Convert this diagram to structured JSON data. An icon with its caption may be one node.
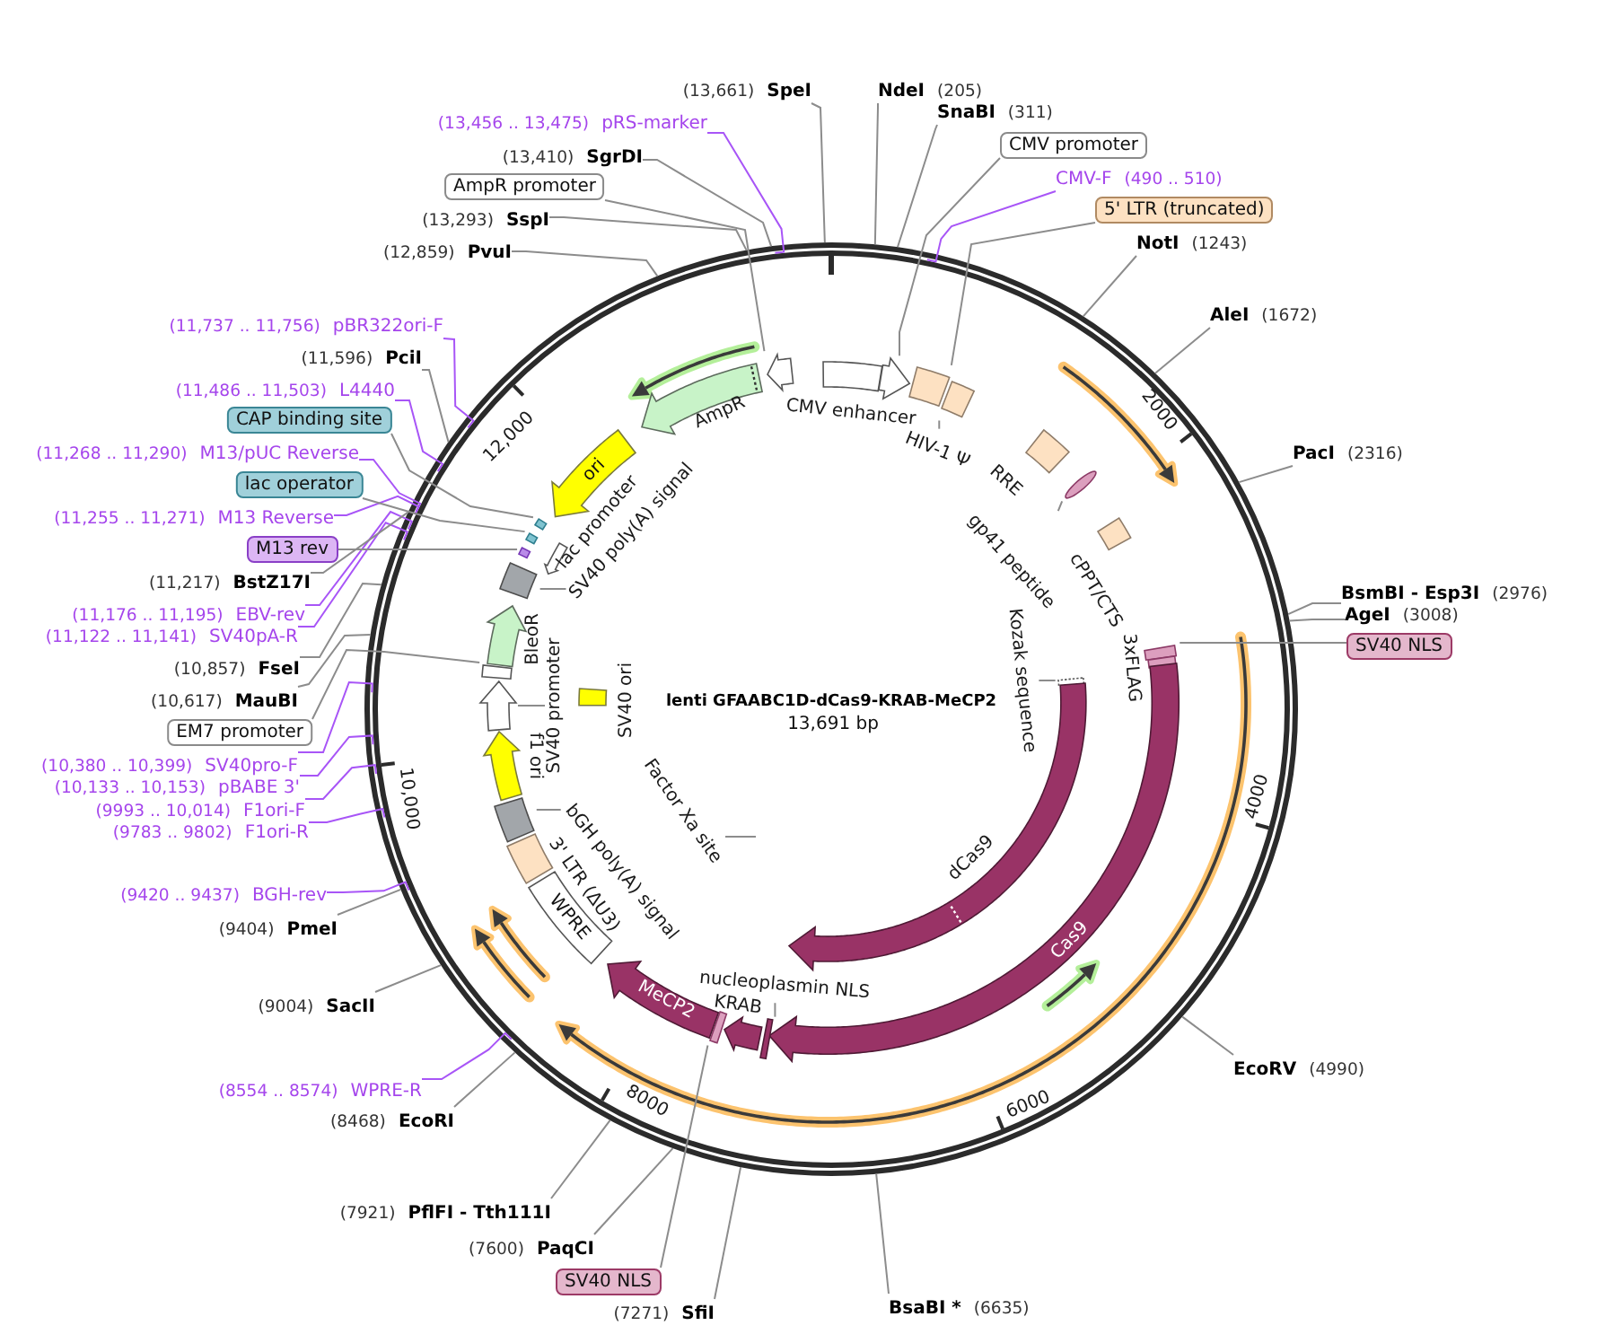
{
  "diagram": {
    "title": "lenti GFAABC1D-dCas9-KRAB-MeCP2",
    "nodes": [
      {
        "text": [
          "(13,661)",
          "SpeI"
        ]
      },
      {
        "text": [
          "NdeI",
          "(205)"
        ]
      },
      {
        "text": [
          "SnaBI",
          "(311)"
        ]
      },
      {
        "text": [
          "CMV promoter"
        ]
      },
      {
        "text": [
          "CMV-F",
          "(490 .. 510)"
        ]
      },
      {
        "text": [
          "5' LTR (truncated)"
        ]
      },
      {
        "text": [
          "NotI",
          "(1243)"
        ]
      },
      {
        "text": [
          "AleI",
          "(1672)"
        ]
      },
      {
        "text": [
          "PacI",
          "(2316)"
        ]
      },
      {
        "text": [
          "BsmBI - Esp3I",
          "(2976)"
        ]
      },
      {
        "text": [
          "AgeI",
          "(3008)"
        ]
      },
      {
        "text": [
          "SV40 NLS"
        ]
      },
      {
        "text": [
          "EcoRV",
          "(4990)"
        ]
      },
      {
        "text": [
          "BsaBI *",
          "(6635)"
        ]
      },
      {
        "text": [
          "(7271)",
          "SfiI"
        ]
      },
      {
        "text": [
          "SV40 NLS"
        ]
      },
      {
        "text": [
          "(7600)",
          "PaqCI"
        ]
      },
      {
        "text": [
          "(7921)",
          "PflFI - Tth111I"
        ]
      },
      {
        "text": [
          "(8468)",
          "EcoRI"
        ]
      },
      {
        "text": [
          "(8554 .. 8574)",
          "WPRE-R"
        ]
      },
      {
        "text": [
          "(9004)",
          "SacII"
        ]
      },
      {
        "text": [
          "(9404)",
          "PmeI"
        ]
      },
      {
        "text": [
          "(9420 .. 9437)",
          "BGH-rev"
        ]
      },
      {
        "text": [
          "(9783 .. 9802)",
          "F1ori-R"
        ]
      },
      {
        "text": [
          "(9993 .. 10,014)",
          "F1ori-F"
        ]
      },
      {
        "text": [
          "(10,133 .. 10,153)",
          "pBABE 3'"
        ]
      },
      {
        "text": [
          "(10,380 .. 10,399)",
          "SV40pro-F"
        ]
      },
      {
        "text": [
          "EM7 promoter"
        ]
      },
      {
        "text": [
          "(10,617)",
          "MauBI"
        ]
      },
      {
        "text": [
          "(10,857)",
          "FseI"
        ]
      },
      {
        "text": [
          "(11,122 .. 11,141)",
          "SV40pA-R"
        ]
      },
      {
        "text": [
          "(11,176 .. 11,195)",
          "EBV-rev"
        ]
      },
      {
        "text": [
          "(11,217)",
          "BstZ17I"
        ]
      },
      {
        "text": [
          "M13 rev"
        ]
      },
      {
        "text": [
          "(11,255 .. 11,271)",
          "M13 Reverse"
        ]
      },
      {
        "text": [
          "lac operator"
        ]
      },
      {
        "text": [
          "(11,268 .. 11,290)",
          "M13/pUC Reverse"
        ]
      },
      {
        "text": [
          "CAP binding site"
        ]
      },
      {
        "text": [
          "(11,486 .. 11,503)",
          "L4440"
        ]
      },
      {
        "text": [
          "(11,596)",
          "PciI"
        ]
      },
      {
        "text": [
          "(11,737 .. 11,756)",
          "pBR322ori-F"
        ]
      },
      {
        "text": [
          "(12,859)",
          "PvuI"
        ]
      },
      {
        "text": [
          "(13,293)",
          "SspI"
        ]
      },
      {
        "text": [
          "AmpR promoter"
        ]
      },
      {
        "text": [
          "(13,410)",
          "SgrDI"
        ]
      },
      {
        "text": [
          "(13,456 .. 13,475)",
          "pRS-marker"
        ]
      },
      {
        "text": [],
        "shape": "box",
        "beside": [
          "CMV enhancer"
        ]
      },
      {
        "text": [],
        "shape": "arrow"
      },
      {
        "text": [],
        "shape": "box"
      },
      {
        "text": [],
        "shape": "box"
      },
      {
        "text": [
          "HIV-1 Ψ"
        ]
      },
      {
        "text": [],
        "shape": "box",
        "beside": [
          "RRE"
        ]
      },
      {
        "text": [],
        "shape": "ellipse"
      },
      {
        "text": [
          "gp41 peptide"
        ]
      },
      {
        "text": [],
        "shape": "box",
        "beside": [
          "cPPT/CTS"
        ]
      },
      {
        "text": [],
        "shape": "box"
      },
      {
        "text": [],
        "shape": "box",
        "beside": [
          "3xFLAG"
        ]
      },
      {
        "text": [
          "Cas9"
        ]
      },
      {
        "text": [],
        "shape": "box"
      },
      {
        "text": [
          "Kozak sequence"
        ]
      },
      {
        "text": [],
        "shape": "arrow",
        "beside": [
          "dCas9"
        ]
      },
      {
        "text": [],
        "shape": "bar"
      },
      {
        "text": [
          "nucleoplasmin NLS"
        ]
      },
      {
        "text": [],
        "shape": "arrow",
        "beside": [
          "KRAB"
        ]
      },
      {
        "text": [],
        "shape": "bar"
      },
      {
        "text": [
          "MeCP2"
        ]
      },
      {
        "text": [
          "WPRE"
        ]
      },
      {
        "text": [],
        "shape": "box",
        "beside": [
          "3' LTR (ΔU3)"
        ]
      },
      {
        "text": [],
        "shape": "box"
      },
      {
        "text": [
          "bGH poly(A) signal"
        ]
      },
      {
        "text": [
          "Factor Xa site"
        ]
      },
      {
        "text": [],
        "shape": "arrow",
        "beside": [
          "f1 ori"
        ]
      },
      {
        "text": [],
        "shape": "box",
        "beside": [
          "SV40 ori"
        ]
      },
      {
        "text": [],
        "shape": "arrow"
      },
      {
        "text": [
          "SV40 promoter"
        ]
      },
      {
        "text": [],
        "shape": "box"
      },
      {
        "text": [],
        "shape": "arrow",
        "beside": [
          "BleoR"
        ]
      },
      {
        "text": [],
        "shape": "box"
      },
      {
        "text": [
          "SV40 poly(A) signal"
        ]
      },
      {
        "text": [],
        "shape": "arrow"
      },
      {
        "text": [],
        "shape": "bar"
      },
      {
        "text": [],
        "shape": "bar"
      },
      {
        "text": [],
        "shape": "bar"
      },
      {
        "text": [
          "ori"
        ]
      },
      {
        "text": [],
        "shape": "arrow",
        "beside": [
          "AmpR"
        ]
      },
      {
        "text": [],
        "shape": "arrow"
      }
    ],
    "edges": [
      {
        "from": 0,
        "to": null,
        "arrow": "none"
      },
      {
        "from": 1,
        "to": null,
        "arrow": "none"
      },
      {
        "from": 2,
        "to": null,
        "arrow": "none"
      },
      {
        "from": 3,
        "to": 47,
        "arrow": "none"
      },
      {
        "from": 4,
        "to": null,
        "arrow": "none",
        "color": "#a855f7"
      },
      {
        "from": 5,
        "to": 48,
        "arrow": "none"
      },
      {
        "from": 6,
        "to": null,
        "arrow": "none"
      },
      {
        "from": 7,
        "to": null,
        "arrow": "none"
      },
      {
        "from": 8,
        "to": null,
        "arrow": "none"
      },
      {
        "from": 9,
        "to": null,
        "arrow": "none"
      },
      {
        "from": 10,
        "to": null,
        "arrow": "none"
      },
      {
        "from": 11,
        "to": 55,
        "arrow": "none"
      },
      {
        "from": 12,
        "to": null,
        "arrow": "none"
      },
      {
        "from": 13,
        "to": null,
        "arrow": "none"
      },
      {
        "from": 14,
        "to": null,
        "arrow": "none"
      },
      {
        "from": 15,
        "to": 64,
        "arrow": "none"
      },
      {
        "from": 16,
        "to": null,
        "arrow": "none"
      },
      {
        "from": 17,
        "to": null,
        "arrow": "none"
      },
      {
        "from": 18,
        "to": null,
        "arrow": "none"
      },
      {
        "from": 19,
        "to": null,
        "arrow": "none",
        "color": "#a855f7"
      },
      {
        "from": 20,
        "to": null,
        "arrow": "none"
      },
      {
        "from": 21,
        "to": null,
        "arrow": "none"
      },
      {
        "from": 22,
        "to": null,
        "arrow": "none",
        "color": "#a855f7"
      },
      {
        "from": 23,
        "to": null,
        "arrow": "none",
        "color": "#a855f7"
      },
      {
        "from": 24,
        "to": null,
        "arrow": "none",
        "color": "#a855f7"
      },
      {
        "from": 25,
        "to": null,
        "arrow": "none",
        "color": "#a855f7"
      },
      {
        "from": 26,
        "to": null,
        "arrow": "none",
        "color": "#a855f7"
      },
      {
        "from": 27,
        "to": 75,
        "arrow": "none"
      },
      {
        "from": 28,
        "to": null,
        "arrow": "none"
      },
      {
        "from": 29,
        "to": null,
        "arrow": "none"
      },
      {
        "from": 30,
        "to": null,
        "arrow": "none",
        "color": "#a855f7"
      },
      {
        "from": 31,
        "to": null,
        "arrow": "none",
        "color": "#a855f7"
      },
      {
        "from": 32,
        "to": null,
        "arrow": "none"
      },
      {
        "from": 33,
        "to": 82,
        "arrow": "none"
      },
      {
        "from": 34,
        "to": null,
        "arrow": "none",
        "color": "#a855f7"
      },
      {
        "from": 35,
        "to": 81,
        "arrow": "none"
      },
      {
        "from": 36,
        "to": null,
        "arrow": "none",
        "color": "#a855f7"
      },
      {
        "from": 37,
        "to": 80,
        "arrow": "none"
      },
      {
        "from": 38,
        "to": null,
        "arrow": "none",
        "color": "#a855f7"
      },
      {
        "from": 39,
        "to": null,
        "arrow": "none"
      },
      {
        "from": 40,
        "to": null,
        "arrow": "none",
        "color": "#a855f7"
      },
      {
        "from": 41,
        "to": null,
        "arrow": "none"
      },
      {
        "from": 42,
        "to": null,
        "arrow": "none"
      },
      {
        "from": 43,
        "to": 85,
        "arrow": "none"
      },
      {
        "from": 44,
        "to": null,
        "arrow": "none"
      },
      {
        "from": 45,
        "to": null,
        "arrow": "none",
        "color": "#a855f7"
      },
      {
        "from": 50,
        "to": 49,
        "arrow": "none"
      },
      {
        "from": 53,
        "to": 52,
        "arrow": "none"
      },
      {
        "from": 59,
        "to": 58,
        "arrow": "none"
      },
      {
        "from": 62,
        "to": 61,
        "arrow": "none"
      },
      {
        "from": 69,
        "to": 68,
        "arrow": "none"
      },
      {
        "from": 70,
        "to": null,
        "arrow": "none"
      },
      {
        "from": 74,
        "to": 73,
        "arrow": "none"
      },
      {
        "from": 78,
        "to": 77,
        "arrow": "none"
      }
    ],
    "labels": [
      "13,691 bp",
      "2000",
      "4000",
      "6000",
      "8000",
      "10,000",
      "12,000",
      "lac promoter"
    ]
  }
}
